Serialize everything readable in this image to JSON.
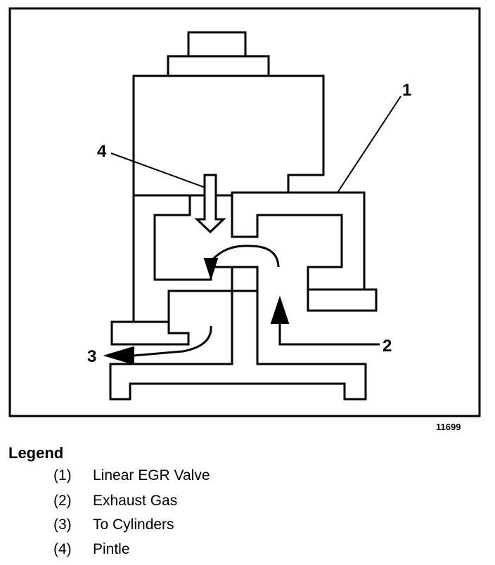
{
  "diagram": {
    "callouts": {
      "c1": "1",
      "c2": "2",
      "c3": "3",
      "c4": "4"
    },
    "figure_id": "11699"
  },
  "legend": {
    "title": "Legend",
    "items": [
      {
        "num": "(1)",
        "label": "Linear EGR Valve"
      },
      {
        "num": "(2)",
        "label": "Exhaust Gas"
      },
      {
        "num": "(3)",
        "label": "To Cylinders"
      },
      {
        "num": "(4)",
        "label": "Pintle"
      }
    ]
  }
}
